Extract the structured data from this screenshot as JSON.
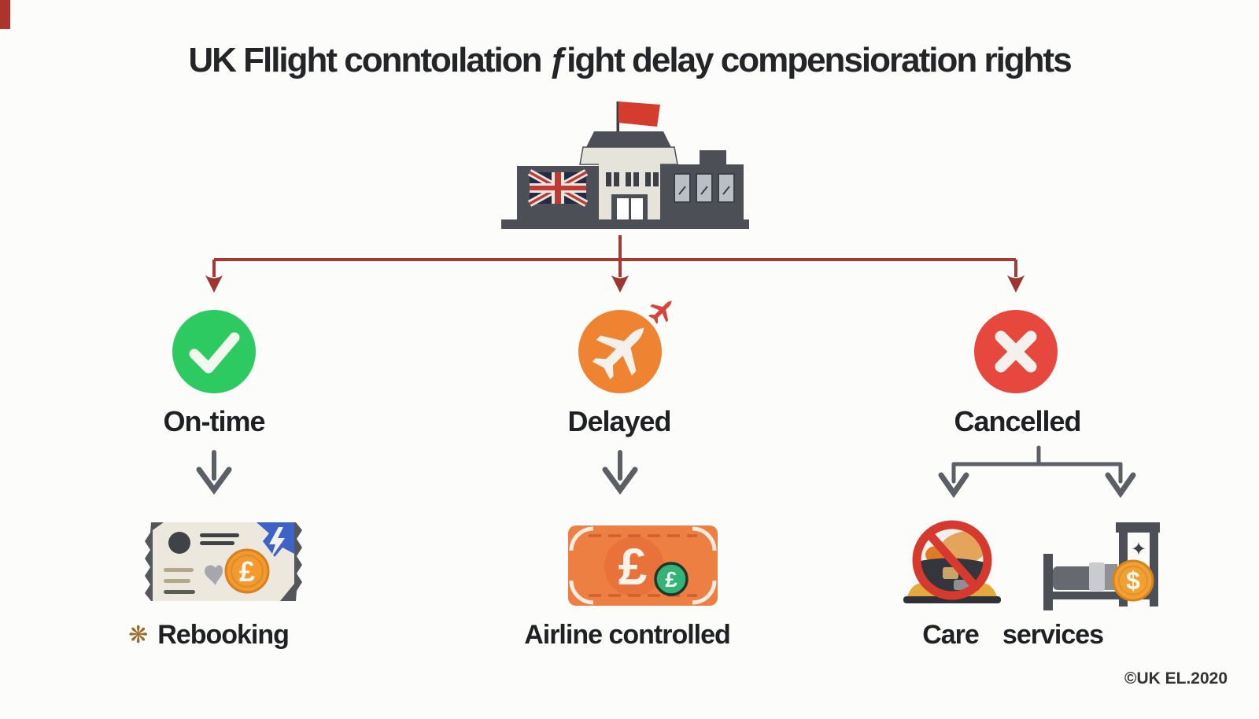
{
  "title": "UK Fllight conntoılation ƒight delay compensioration rights",
  "root": {
    "icon": "uk-airport-building-icon"
  },
  "branches": [
    {
      "label": "On-time",
      "circle_color": "#2dca62",
      "icon": "check-circle-icon"
    },
    {
      "label": "Delayed",
      "circle_color": "#ee8331",
      "icon": "plane-circle-icon"
    },
    {
      "label": "Cancelled",
      "circle_color": "#e6483d",
      "icon": "x-circle-icon"
    }
  ],
  "outcomes": {
    "rebooking": {
      "bullet": "❋",
      "label": "Rebooking",
      "icon": "pound-ticket-icon"
    },
    "airline_controlled": {
      "label": "Airline controlled",
      "icon": "pound-banknote-icon"
    },
    "care": {
      "label_left": "Care",
      "label_right": "services",
      "icons": [
        "no-meal-icon",
        "hotel-bed-icon"
      ]
    }
  },
  "glyphs": {
    "pound": "£",
    "dollar": "$",
    "sparkle": "✦"
  },
  "colors": {
    "background": "#fcfcfa",
    "branch_arrow": "#a23b33",
    "sub_arrow": "#5b5f66",
    "on_time_green": "#2dca62",
    "delayed_orange": "#ee8331",
    "cancelled_red": "#e6483d",
    "building_dark": "#4c4f55",
    "coin_orange": "#f2992f",
    "coin_green": "#34b378",
    "note_orange": "#ee7f42",
    "ticket_blue": "#3e63c5"
  },
  "footer": {
    "copyright": "©UK EL.2020"
  }
}
